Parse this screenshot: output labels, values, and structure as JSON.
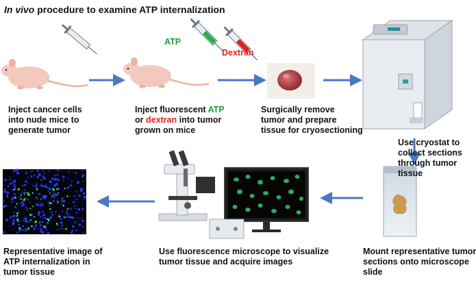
{
  "title": {
    "italic": "In vivo",
    "rest": " procedure to examine ATP internalization"
  },
  "labels": {
    "syringe_atp": "ATP",
    "syringe_dextran": "Dextran"
  },
  "steps": {
    "step1": [
      "Inject cancer cells",
      "into nude mice to",
      "generate tumor"
    ],
    "step2": {
      "line1_prefix": "Inject fluorescent ",
      "line1_atp": "ATP",
      "line2_or": "or ",
      "line2_dextran": "dextran",
      "line2_rest": " into tumor",
      "line3": "grown on mice"
    },
    "step3": [
      "Surgically remove",
      "tumor and prepare",
      "tissue for cryosectioning"
    ],
    "step4": [
      "Use cryostat to",
      "collect sections",
      "through tumor",
      "tissue"
    ],
    "step5": [
      "Mount representative tumor",
      "sections onto microscope",
      "slide"
    ],
    "step6": [
      "Use fluorescence microscope to visualize",
      "tumor tissue and acquire images"
    ],
    "step7": [
      "Representative image of",
      "ATP internalization in",
      "tumor tissue"
    ]
  },
  "colors": {
    "arrow": "#4a78c2",
    "atp_green": "#1f9e3a",
    "dextran_red": "#e0221f"
  }
}
